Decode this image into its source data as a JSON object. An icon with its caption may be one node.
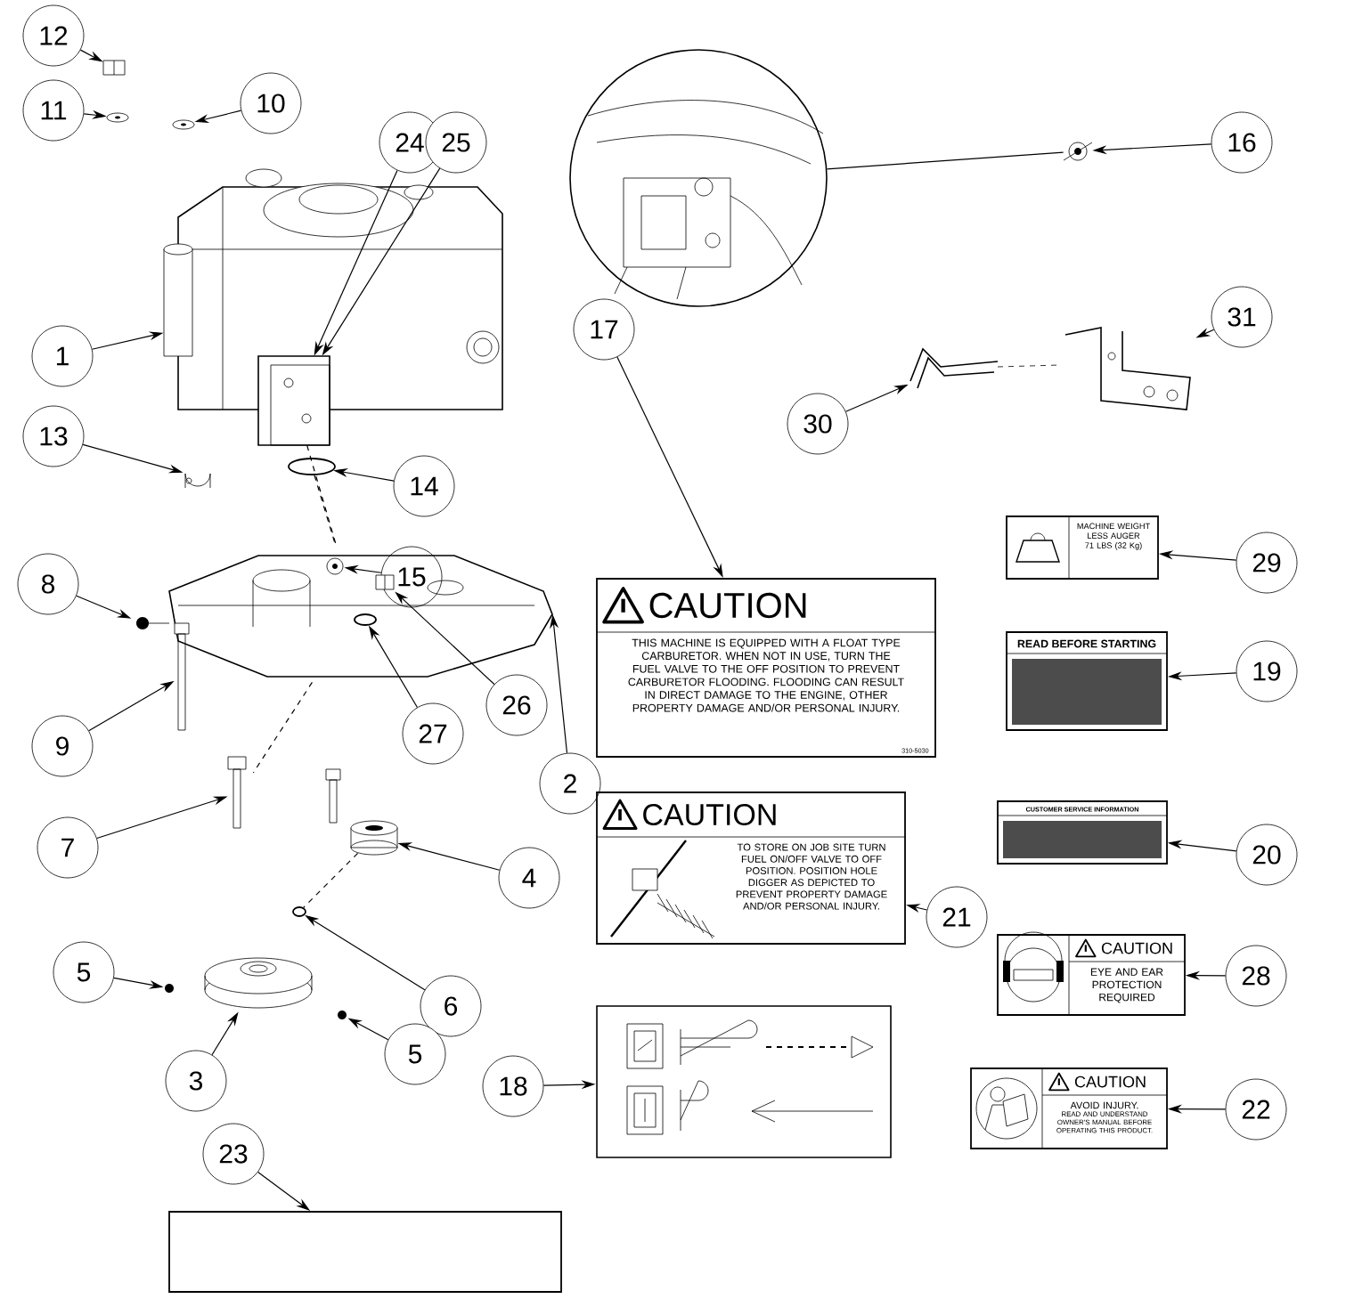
{
  "diagram": {
    "nodes": [
      {
        "text": [
          "12"
        ]
      },
      {
        "text": [
          "11"
        ]
      },
      {
        "text": [
          "10"
        ]
      },
      {
        "text": [
          "24"
        ]
      },
      {
        "text": [
          "25"
        ]
      },
      {
        "text": [
          "1"
        ]
      },
      {
        "text": [
          "13"
        ]
      },
      {
        "text": [
          "14"
        ]
      },
      {
        "text": [
          "15"
        ]
      },
      {
        "text": [
          "8"
        ]
      },
      {
        "text": [
          "26"
        ]
      },
      {
        "text": [
          "27"
        ]
      },
      {
        "text": [
          "9"
        ]
      },
      {
        "text": [
          "2"
        ]
      },
      {
        "text": [
          "7"
        ]
      },
      {
        "text": [
          "4"
        ]
      },
      {
        "text": [
          "6"
        ]
      },
      {
        "text": [
          "5"
        ]
      },
      {
        "text": [
          "5"
        ]
      },
      {
        "text": [
          "3"
        ]
      },
      {
        "text": [
          "23"
        ]
      },
      {
        "text": [
          "16"
        ]
      },
      {
        "text": [
          "31"
        ]
      },
      {
        "text": [
          "30"
        ]
      },
      {
        "text": [
          "17"
        ]
      },
      {
        "text": [
          "21"
        ]
      },
      {
        "text": [
          "18"
        ]
      },
      {
        "text": [
          "29"
        ]
      },
      {
        "text": [
          "19"
        ]
      },
      {
        "text": [
          "20"
        ]
      },
      {
        "text": [
          "28"
        ]
      },
      {
        "text": [
          "22"
        ]
      },
      {
        "text": [],
        "shape": "picture"
      },
      {
        "text": [],
        "shape": "picture"
      },
      {
        "text": [],
        "shape": "picture"
      },
      {
        "text": [],
        "shape": "picture"
      },
      {
        "text": [],
        "shape": "picture"
      },
      {
        "text": [],
        "shape": "picture"
      },
      {
        "text": [],
        "shape": "circle"
      },
      {
        "text": [],
        "shape": "picture"
      },
      {
        "text": [],
        "shape": "picture",
        "in": 39
      },
      {
        "text": [],
        "shape": "picture"
      },
      {
        "text": [],
        "shape": "picture",
        "in": 39
      },
      {
        "text": [],
        "shape": "circle",
        "in": 39
      },
      {
        "text": [],
        "shape": "picture"
      },
      {
        "text": [],
        "shape": "picture"
      },
      {
        "text": [],
        "shape": "cylinder"
      },
      {
        "text": [],
        "shape": "circle"
      },
      {
        "text": [],
        "shape": "picture"
      },
      {
        "text": [],
        "shape": "picture"
      },
      {
        "text": [],
        "shape": "picture"
      },
      {
        "text": [],
        "shape": "box"
      },
      {
        "text": [],
        "shape": "picture"
      },
      {
        "text": [],
        "shape": "picture"
      },
      {
        "text": [],
        "shape": "picture"
      },
      {
        "text": [],
        "shape": "picture"
      },
      {
        "text": [
          "CAUTION",
          "THIS MACHINE IS EQUIPPED WITH A FLOAT TYPE CARBURETOR. WHEN NOT IN USE, TURN THE FUEL VALVE TO THE OFF POSITION TO PREVENT CARBURETOR FLOODING. FLOODING CAN RESULT IN DIRECT DAMAGE TO THE ENGINE, OTHER PROPERTY DAMAGE AND/OR PERSONAL INJURY.",
          "310-5030"
        ]
      },
      {
        "text": [
          "CAUTION",
          "TO STORE ON JOB SITE TURN FUEL ON/OFF VALVE TO OFF POSITION. POSITION HOLE DIGGER AS DEPICTED TO PREVENT PROPERTY DAMAGE AND/OR PERSONAL INJURY."
        ]
      },
      {
        "text": [],
        "shape": "picture"
      },
      {
        "text": [
          "MACHINE WEIGHT LESS AUGER 71 LBS (32 Kg)"
        ]
      },
      {
        "text": [
          "READ BEFORE STARTING"
        ]
      },
      {
        "text": [
          "CUSTOMER SERVICE INFORMATION"
        ]
      },
      {
        "text": [
          "CAUTION",
          "EYE AND EAR PROTECTION REQUIRED"
        ]
      },
      {
        "text": [
          "CAUTION",
          "AVOID INJURY.",
          "READ AND UNDERSTAND OWNER'S MANUAL BEFORE OPERATING THIS PRODUCT."
        ]
      }
    ],
    "edges": [
      {
        "from": 0,
        "to": 32,
        "arrow": "to"
      },
      {
        "from": 1,
        "to": 33,
        "arrow": "to"
      },
      {
        "from": 2,
        "to": 34,
        "arrow": "to"
      },
      {
        "from": 3,
        "to": 36,
        "arrow": "to"
      },
      {
        "from": 4,
        "to": 36,
        "arrow": "to"
      },
      {
        "from": 5,
        "to": 35,
        "arrow": "to"
      },
      {
        "from": 6,
        "to": 37,
        "arrow": "to"
      },
      {
        "from": 7,
        "to": 38,
        "arrow": "to"
      },
      {
        "from": 8,
        "to": 40,
        "arrow": "to"
      },
      {
        "from": 9,
        "to": 41,
        "arrow": "to"
      },
      {
        "from": 10,
        "to": 42,
        "arrow": "to"
      },
      {
        "from": 11,
        "to": 43,
        "arrow": "to"
      },
      {
        "from": 12,
        "to": 44,
        "arrow": "to"
      },
      {
        "from": 13,
        "to": 39,
        "arrow": "to"
      },
      {
        "from": 14,
        "to": 45,
        "arrow": "to"
      },
      {
        "from": 15,
        "to": 46,
        "arrow": "to"
      },
      {
        "from": 16,
        "to": 47,
        "arrow": "to"
      },
      {
        "from": 17,
        "to": 48,
        "arrow": "to"
      },
      {
        "from": 18,
        "to": 50,
        "arrow": "to"
      },
      {
        "from": 19,
        "to": 49,
        "arrow": "to"
      },
      {
        "from": 20,
        "to": 51,
        "arrow": "to"
      },
      {
        "from": 21,
        "to": 53,
        "arrow": "to"
      },
      {
        "from": 22,
        "to": 54,
        "arrow": "to"
      },
      {
        "from": 23,
        "to": 55,
        "arrow": "to"
      },
      {
        "from": 24,
        "to": 56,
        "arrow": "to"
      },
      {
        "from": 25,
        "to": 57,
        "arrow": "to"
      },
      {
        "from": 26,
        "to": 58,
        "arrow": "to"
      },
      {
        "from": 27,
        "to": 59,
        "arrow": "to"
      },
      {
        "from": 28,
        "to": 60,
        "arrow": "to"
      },
      {
        "from": 29,
        "to": 61,
        "arrow": "to"
      },
      {
        "from": 30,
        "to": 62,
        "arrow": "to"
      },
      {
        "from": 31,
        "to": 63,
        "arrow": "to"
      },
      {
        "from": 52,
        "to": 53,
        "arrow": "none"
      },
      {
        "from": 36,
        "to": 39,
        "arrow": "none",
        "style": "dashed"
      },
      {
        "from": 38,
        "to": 39,
        "arrow": "none",
        "style": "dashed"
      },
      {
        "from": 39,
        "to": 45,
        "arrow": "none",
        "style": "dashed"
      },
      {
        "from": 46,
        "to": 47,
        "arrow": "none",
        "style": "dashed"
      }
    ]
  }
}
